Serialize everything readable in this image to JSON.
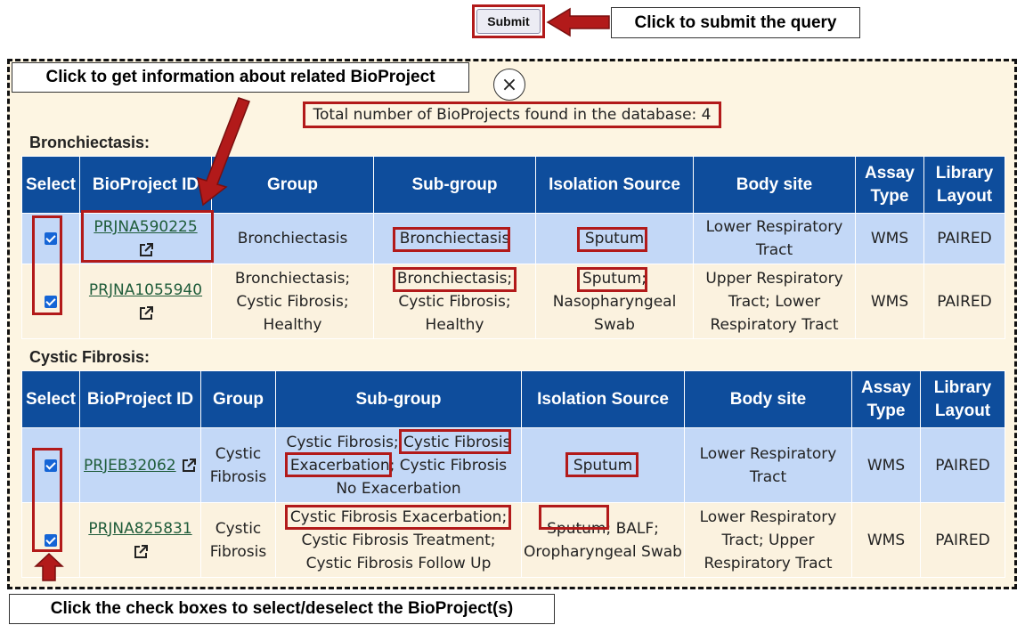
{
  "submit": {
    "label": "Submit"
  },
  "callouts": {
    "submit": "Click to submit the query",
    "bioproject": "Click to get information about related BioProject",
    "checkbox": "Click the check boxes to select/deselect the BioProject(s)"
  },
  "close_symbol": "×",
  "total_text": "Total number of BioProjects found in the database: 4",
  "headers": [
    "Select",
    "BioProject ID",
    "Group",
    "Sub-group",
    "Isolation Source",
    "Body site",
    "Assay Type",
    "Library Layout"
  ],
  "groups": [
    {
      "title": "Bronchiectasis:",
      "rows": [
        {
          "id": "PRJNA590225",
          "group": "Bronchiectasis",
          "subgroup": "Bronchiectasis",
          "source": "Sputum",
          "site": "Lower Respiratory Tract",
          "assay": "WMS",
          "layout": "PAIRED",
          "checked": true
        },
        {
          "id": "PRJNA1055940",
          "group": "Bronchiectasis; Cystic Fibrosis; Healthy",
          "subgroup": "Bronchiectasis; Cystic Fibrosis; Healthy",
          "source": "Sputum; Nasopharyngeal Swab",
          "site": "Upper Respiratory Tract; Lower Respiratory Tract",
          "assay": "WMS",
          "layout": "PAIRED",
          "checked": true
        }
      ]
    },
    {
      "title": "Cystic Fibrosis:",
      "rows": [
        {
          "id": "PRJEB32062",
          "group": "Cystic Fibrosis",
          "subgroup": "Cystic Fibrosis; Cystic Fibrosis Exacerbation; Cystic Fibrosis No Exacerbation",
          "source": "Sputum",
          "site": "Lower Respiratory Tract",
          "assay": "WMS",
          "layout": "PAIRED",
          "checked": true
        },
        {
          "id": "PRJNA825831",
          "group": "Cystic Fibrosis",
          "subgroup": "Cystic Fibrosis Exacerbation; Cystic Fibrosis Treatment; Cystic Fibrosis Follow Up",
          "source": "Sputum; BALF; Oropharyngeal Swab",
          "site": "Lower Respiratory Tract; Upper Respiratory Tract",
          "assay": "WMS",
          "layout": "PAIRED",
          "checked": true
        }
      ]
    }
  ],
  "colors": {
    "header": "#0e4d9c",
    "row_blue": "#c3d8f7",
    "row_cream": "#fbf2df",
    "highlight": "#b21a1a",
    "panel": "#fdf5e2"
  }
}
